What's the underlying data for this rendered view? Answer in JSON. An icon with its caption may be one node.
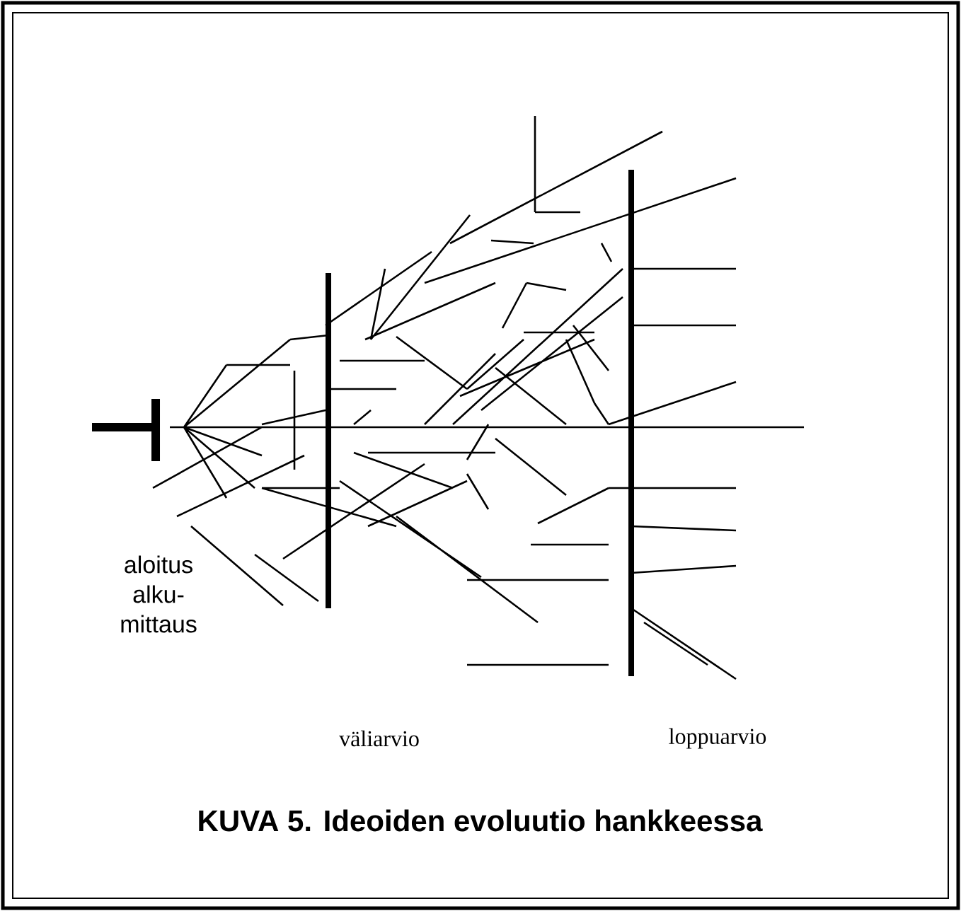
{
  "diagram": {
    "caption": "KUVA 5. Ideoiden evoluutio hankkeessa",
    "labels": [
      "aloitus alku- mittaus",
      "väliarvio",
      "loppuarvio"
    ]
  }
}
